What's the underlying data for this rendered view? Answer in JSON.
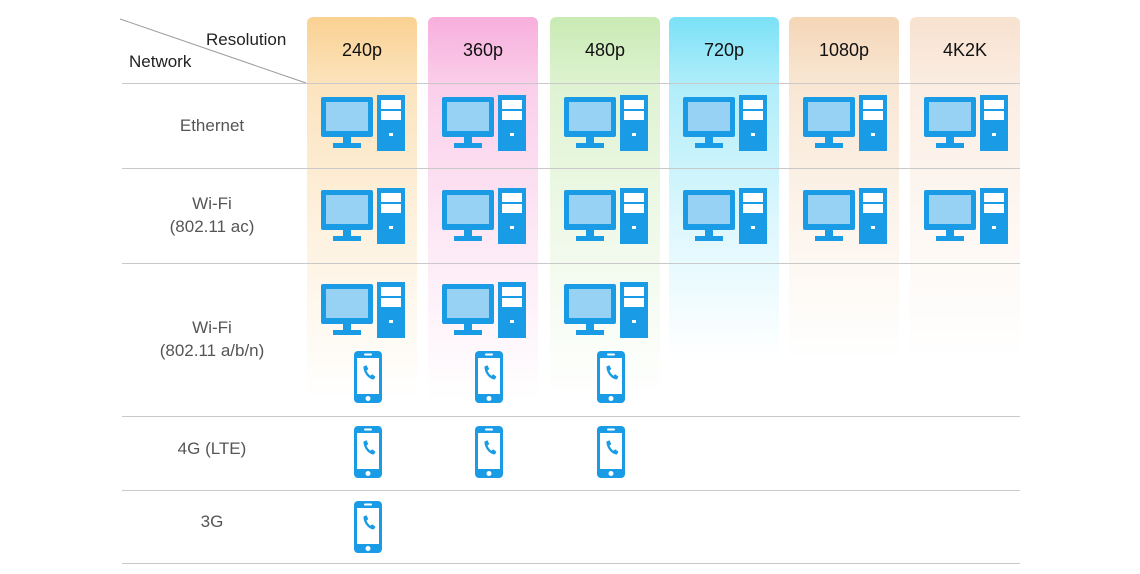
{
  "corner": {
    "resolution_label": "Resolution",
    "network_label": "Network"
  },
  "resolutions": [
    {
      "label": "240p",
      "color": "#f9c97f"
    },
    {
      "label": "360p",
      "color": "#f6a0d6"
    },
    {
      "label": "480p",
      "color": "#bfe7a6"
    },
    {
      "label": "720p",
      "color": "#64dcf5"
    },
    {
      "label": "1080p",
      "color": "#f3cfaa"
    },
    {
      "label": "4K2K",
      "color": "#f7dcc7"
    }
  ],
  "networks": [
    {
      "line1": "Ethernet",
      "line2": ""
    },
    {
      "line1": "Wi-Fi",
      "line2": "(802.11 ac)"
    },
    {
      "line1": "Wi-Fi",
      "line2": "(802.11 a/b/n)"
    },
    {
      "line1": "4G (LTE)",
      "line2": ""
    },
    {
      "line1": "3G",
      "line2": ""
    }
  ],
  "support": {
    "pc-icon": [
      [
        0,
        1,
        2,
        3,
        4,
        5
      ],
      [
        0,
        1,
        2,
        3,
        4,
        5
      ],
      [
        0,
        1,
        2
      ],
      [],
      []
    ],
    "phone-icon": [
      [],
      [],
      [
        0,
        1,
        2
      ],
      [
        0,
        1,
        2
      ],
      [
        0
      ]
    ]
  },
  "icon_color": "#1a9be6"
}
